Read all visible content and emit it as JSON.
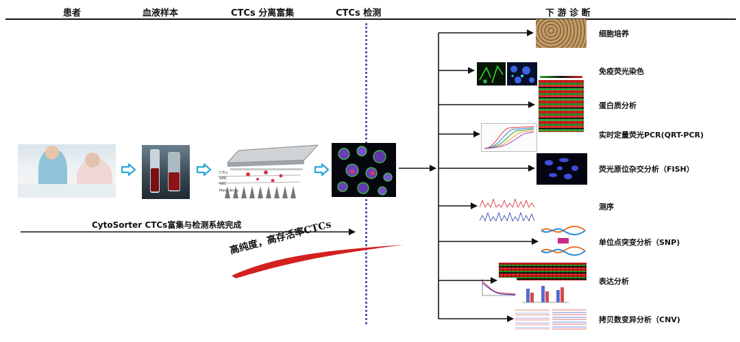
{
  "columns": {
    "patient": "患者",
    "blood_sample": "血液样本",
    "enrichment": "CTCs 分离富集",
    "detection": "CTCs 检测",
    "downstream": "下 游 诊 断"
  },
  "enrichment_device_labels": [
    "CTCs",
    "WBC",
    "RBC",
    "Mesh Array"
  ],
  "bottom_text": "CytoSorter CTCs富集与检测系统完成",
  "slogan": "高纯度，高存活率CTCs",
  "outputs": [
    {
      "label": "细胞培养"
    },
    {
      "label": "免疫荧光染色"
    },
    {
      "label": "蛋白质分析"
    },
    {
      "label": "实时定量荧光PCR(QRT-PCR)"
    },
    {
      "label": "荧光原位杂交分析（FISH）"
    },
    {
      "label": "测序"
    },
    {
      "label": "单位点突变分析（SNP)"
    },
    {
      "label": "表达分析"
    },
    {
      "label": "拷贝数变异分析（CNV)"
    }
  ],
  "colors": {
    "process_arrow": "#2aa7d8",
    "divider_dots": "#5a55b4",
    "main_arrows": "#111111",
    "slogan_swoosh": "#d32020"
  }
}
